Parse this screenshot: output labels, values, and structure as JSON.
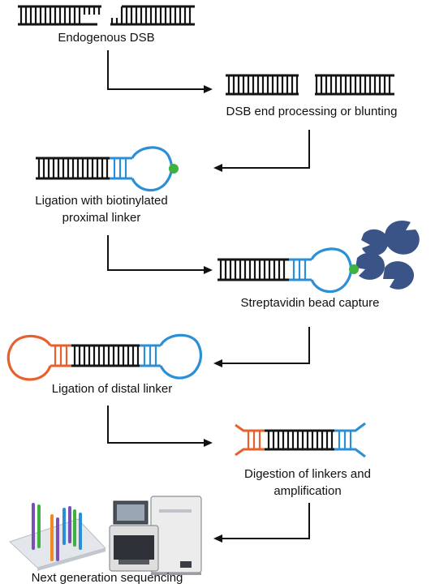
{
  "steps": [
    {
      "label": "Endogenous DSB"
    },
    {
      "label": "DSB end processing or blunting"
    },
    {
      "label_line1": "Ligation with biotinylated",
      "label_line2": "proximal linker"
    },
    {
      "label": "Streptavidin bead capture"
    },
    {
      "label": "Ligation of distal linker"
    },
    {
      "label_line1": "Digestion of linkers and",
      "label_line2": "amplification"
    },
    {
      "label": "Next generation sequencing"
    }
  ],
  "colors": {
    "dna": "#141414",
    "proximal_linker": "#2a8fd6",
    "distal_linker": "#e8612c",
    "biotin": "#3fb13f",
    "bead": "#3b5488",
    "arrow": "#111111"
  },
  "icons": [
    "dna-duplex-icon",
    "hairpin-linker-icon",
    "biotin-icon",
    "streptavidin-bead-icon",
    "sequencing-chip-icon",
    "sequencer-machine-icon"
  ]
}
